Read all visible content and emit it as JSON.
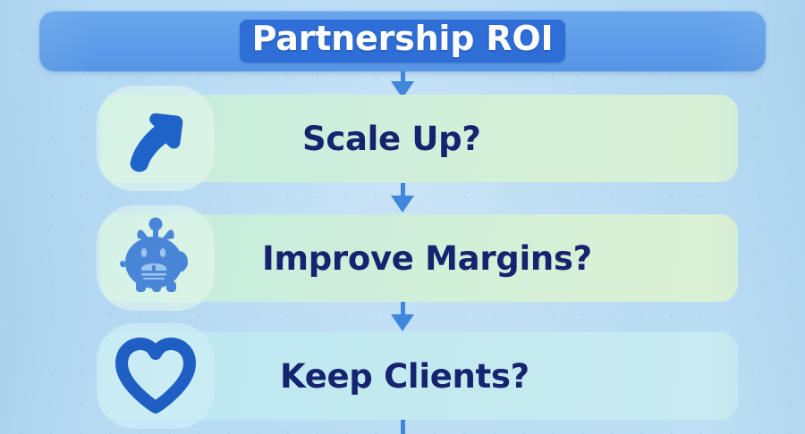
{
  "header": {
    "title": "Partnership ROI",
    "bar_color": "#5d9ce9",
    "highlight_color": "#2f6ed6",
    "text_color": "#ffffff"
  },
  "background": {
    "color": "#b6dbf4",
    "pattern": "dot-grid"
  },
  "accent": {
    "arrow_color": "#3f87db",
    "label_color": "#16246f",
    "icon_color": "#2a6fd0"
  },
  "flow": {
    "steps": [
      {
        "label": "Scale Up?",
        "icon": "trending-up-arrow-icon",
        "row_color": "#cdeedc",
        "badge_color": "#e2f7ec"
      },
      {
        "label": "Improve Margins?",
        "icon": "piggy-bank-icon",
        "row_color": "#cdeedb",
        "badge_color": "#e2f7ec"
      },
      {
        "label": "Keep Clients?",
        "icon": "heart-outline-icon",
        "row_color": "#c2e9f0",
        "badge_color": "#cdedf5"
      }
    ],
    "connector_count": 4
  }
}
